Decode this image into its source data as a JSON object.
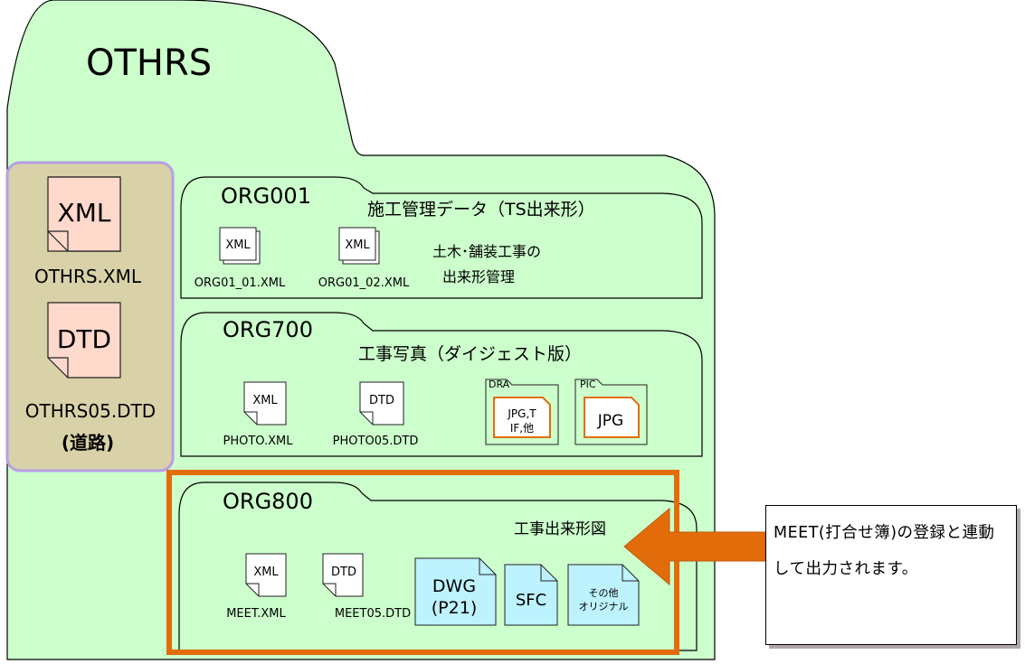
{
  "root": {
    "title": "OTHRS"
  },
  "left_files": [
    {
      "tag": "XML",
      "name": "OTHRS.XML"
    },
    {
      "tag": "DTD",
      "name": "OTHRS05.DTD",
      "note": "(道路)"
    }
  ],
  "folders": [
    {
      "name": "ORG001",
      "title": "施工管理データ（TS出来形）",
      "desc": [
        "土木･舗装工事の",
        "出来形管理"
      ],
      "files": [
        {
          "tag": "XML",
          "name": "ORG01_01.XML"
        },
        {
          "tag": "XML",
          "name": "ORG01_02.XML"
        }
      ]
    },
    {
      "name": "ORG700",
      "title": "工事写真（ダイジェスト版）",
      "files": [
        {
          "tag": "XML",
          "name": "PHOTO.XML"
        },
        {
          "tag": "DTD",
          "name": "PHOTO05.DTD"
        }
      ],
      "subfolders": [
        {
          "name": "DRA",
          "inner": [
            "JPG,T",
            "IF,他"
          ]
        },
        {
          "name": "PIC",
          "inner": [
            "JPG"
          ]
        }
      ]
    },
    {
      "name": "ORG800",
      "title": "工事出来形図",
      "files": [
        {
          "tag": "XML",
          "name": "MEET.XML"
        },
        {
          "tag": "DTD",
          "name": "MEET05.DTD"
        }
      ],
      "drawings": [
        {
          "lines": [
            "DWG",
            "(P21)"
          ]
        },
        {
          "lines": [
            "SFC"
          ]
        },
        {
          "lines": [
            "その他",
            "オリジナル"
          ]
        }
      ]
    }
  ],
  "callout": {
    "text": "MEET(打合せ簿)の登録と連動して出力されます。"
  },
  "colors": {
    "folder_fill": "#ccffcc",
    "left_panel": "#d9d2a8",
    "left_border": "#b89ee6",
    "orange": "#e36c0a",
    "doc_pink": "#ffd9cc",
    "doc_blue": "#bdf2ff"
  }
}
